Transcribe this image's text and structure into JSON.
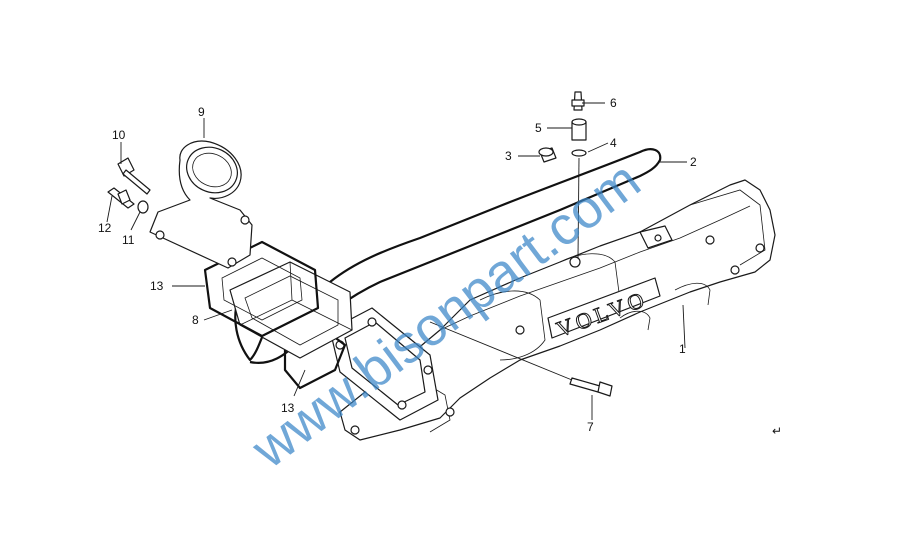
{
  "diagram": {
    "callouts": [
      {
        "id": "1",
        "label": "1"
      },
      {
        "id": "2",
        "label": "2"
      },
      {
        "id": "3",
        "label": "3"
      },
      {
        "id": "4",
        "label": "4"
      },
      {
        "id": "5",
        "label": "5"
      },
      {
        "id": "6",
        "label": "6"
      },
      {
        "id": "7",
        "label": "7"
      },
      {
        "id": "8",
        "label": "8"
      },
      {
        "id": "9",
        "label": "9"
      },
      {
        "id": "10",
        "label": "10"
      },
      {
        "id": "11",
        "label": "11"
      },
      {
        "id": "12",
        "label": "12"
      },
      {
        "id": "13a",
        "label": "13"
      },
      {
        "id": "13b",
        "label": "13"
      }
    ],
    "logo_text": "VOLVO",
    "watermark": "www.bisonpart.com",
    "return_mark": "↵",
    "colors": {
      "line": "#1a1a1a",
      "watermark": "#3a86c8",
      "background": "#ffffff"
    }
  }
}
